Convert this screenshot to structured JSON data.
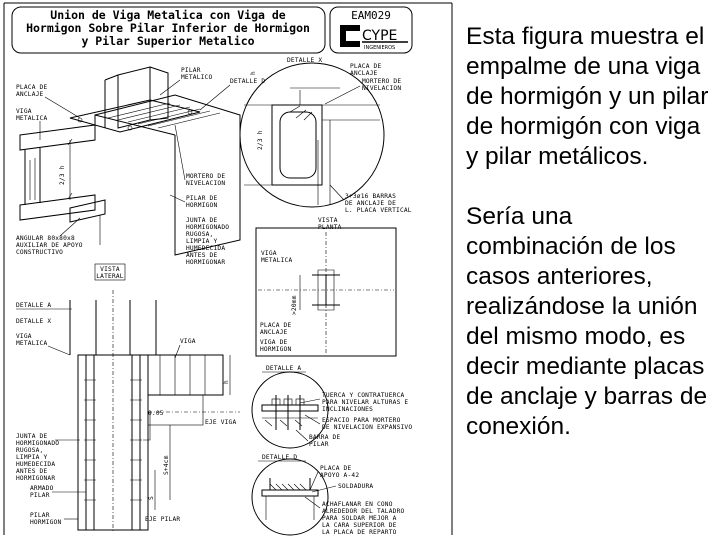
{
  "sheet": {
    "title_lines": [
      "Union de Viga Metalica con Viga de",
      "Hormigon Sobre Pilar Inferior de Hormigon",
      "y Pilar Superior Metalico"
    ],
    "code": "EAM029",
    "logo_text": "CYPE",
    "logo_sub": "INGENIEROS"
  },
  "labels": {
    "pilar_metalico": [
      "PILAR",
      "METALICO"
    ],
    "detalle_x_top": "DETALLE X",
    "detalle_d_top": "DETALLE D",
    "placa_anclaje_left": [
      "PLACA DE",
      "ANCLAJE"
    ],
    "viga_metalica_left": [
      "VIGA",
      "METALICA"
    ],
    "mortero_nivelacion_left": [
      "MORTERO DE",
      "NIVELACION"
    ],
    "pilar_hormigon_left": [
      "PILAR DE",
      "HORMIGON"
    ],
    "junta_left": [
      "JUNTA DE",
      "HORMIGONADO",
      "RUGOSA,",
      "LIMPIA Y",
      "HUMEDECIDA",
      "ANTES DE",
      "HORMIGONAR"
    ],
    "angular": [
      "ANGULAR 80x80x8",
      "AUXILIAR DE APOYO",
      "CONSTRUCTIVO"
    ],
    "vista_lateral": [
      "VISTA",
      "LATERAL"
    ],
    "placa_anclaje_right": [
      "PLACA DE",
      "ANCLAJE"
    ],
    "mortero_nivelacion_right": [
      "MORTERO DE",
      "NIVELACION"
    ],
    "barras": [
      "3+3ø16 BARRAS",
      "DE ANCLAJE DE",
      "L. PLACA VERTICAL"
    ],
    "vista_planta": [
      "VISTA",
      "PLANTA"
    ],
    "viga_metalica_mid": [
      "VIGA",
      "METALICA"
    ],
    "dim_20mm": ">20mm",
    "placa_anclaje_mid": [
      "PLACA DE",
      "ANCLAJE"
    ],
    "viga_hormigon_mid": [
      "VIGA DE",
      "HORMIGON"
    ],
    "detalle_a_left": "DETALLE A",
    "detalle_x_left": "DETALLE X",
    "viga_metalica_bottom": [
      "VIGA",
      "METALICA"
    ],
    "viga_bottom": "VIGA",
    "eje_viga": "EJE VIGA",
    "dim_005": "0.05",
    "dim_h": "h",
    "dim_s": "S",
    "dim_ld": "S+4cm",
    "junta_bottom": [
      "JUNTA DE",
      "HORMIGONADO",
      "RUGOSA,",
      "LIMPIA Y",
      "HUMEDECIDA",
      "ANTES DE",
      "HORMIGONAR"
    ],
    "armado_pilar": [
      "ARMADO",
      "PILAR"
    ],
    "pilar_hormigon_bottom": [
      "PILAR",
      "HORMIGON"
    ],
    "eje_pilar": "EJE PILAR",
    "detalle_a_right": "DETALLE A",
    "tuerca": [
      "TUERCA Y CONTRATUERCA",
      "PARA NIVELAR ALTURAS E",
      "INCLINACIONES"
    ],
    "espacio": [
      "ESPACIO PARA MORTERO",
      "DE NIVELACION EXPANSIVO"
    ],
    "barra_pilar": [
      "BARRA DE",
      "PILAR"
    ],
    "detalle_d_right": "DETALLE D",
    "placa_apoyo": [
      "PLACA DE",
      "APOYO A-42"
    ],
    "soldadura": "SOLDADURA",
    "achaflanar": [
      "ACHAFLANAR EN CONO",
      "ALREDEDOR DEL TALADRO",
      "PARA SOLDAR MEJOR A",
      "LA CARA SUPERIOR DE",
      "LA PLACA DE REPARTO"
    ],
    "dim_23h": "2/3 h"
  },
  "panel": {
    "paragraph_1": "Esta figura muestra el empalme de una viga de hormigón y un pilar de hormigón con viga y pilar metálicos.",
    "paragraph_2": "Sería una combinación de los casos anteriores, realizándose la unión del mismo modo, es decir mediante placas de anclaje y barras de conexión."
  }
}
